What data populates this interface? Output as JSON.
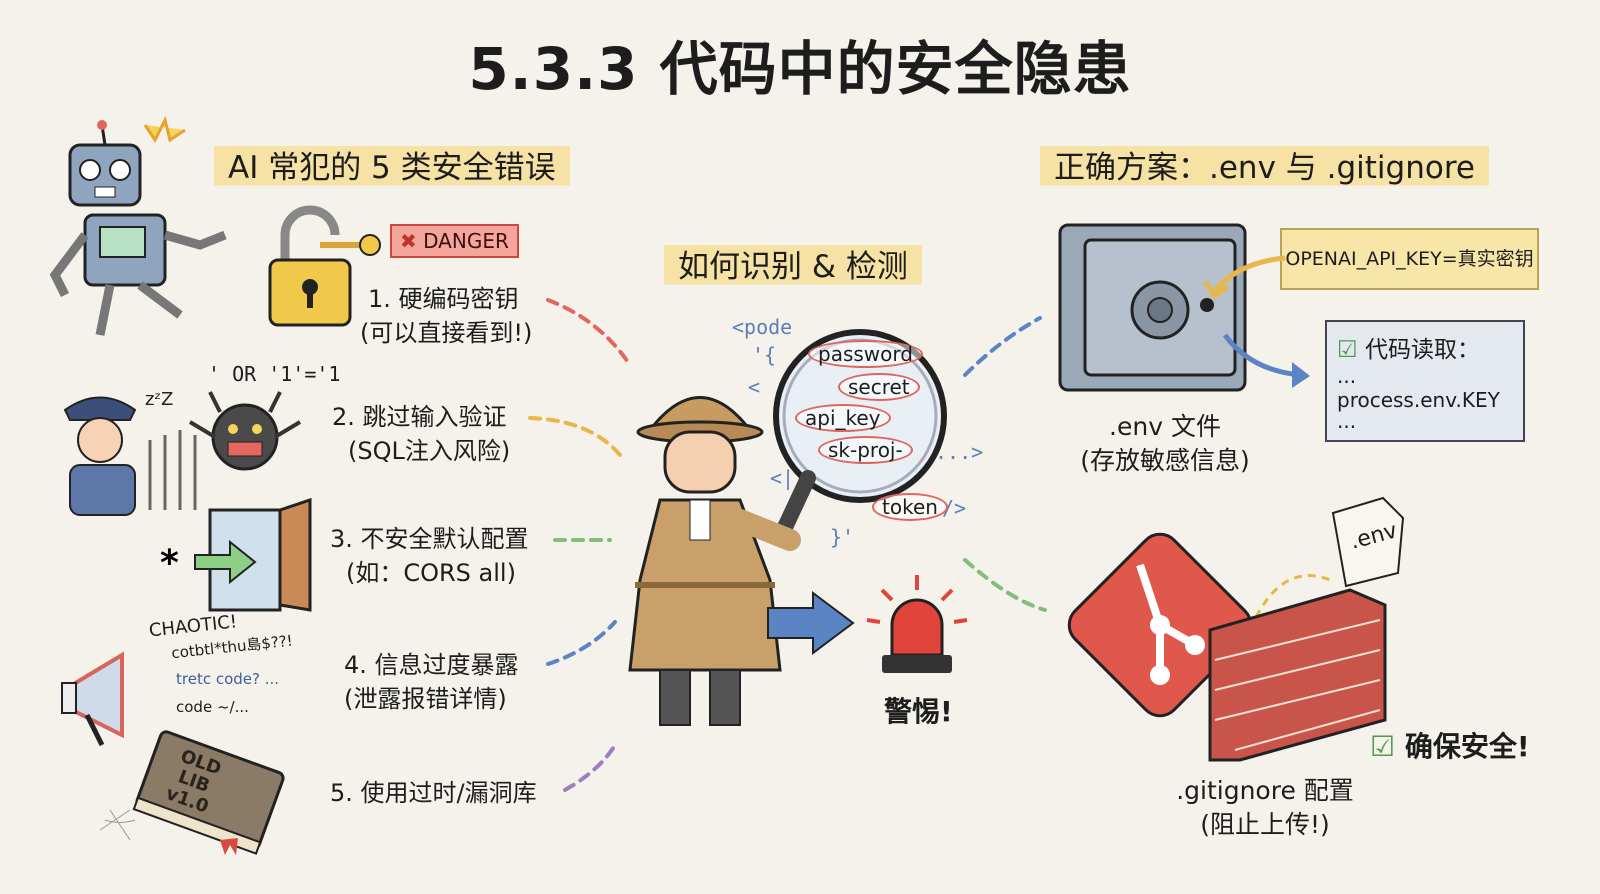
{
  "title": "5.3.3 代码中的安全隐患",
  "left_section": {
    "heading": "AI 常犯的 5 类安全错误",
    "danger_badge": "DANGER",
    "sql_snippet": "' OR '1'='1",
    "megaphone_text": [
      "CHAOTIC!",
      "cotbtl*thu島$??!",
      "tretc code? ...",
      "code ~/..."
    ],
    "book_label": [
      "OLD",
      "LIB",
      "v1.0"
    ],
    "items": [
      {
        "line1": "1. 硬编码密钥",
        "line2": "(可以直接看到!)",
        "arrow_color": "#e2675e"
      },
      {
        "line1": "2. 跳过输入验证",
        "line2": "(SQL注入风险)",
        "arrow_color": "#e8b64a"
      },
      {
        "line1": "3. 不安全默认配置",
        "line2": "(如：CORS all)",
        "arrow_color": "#7fbf7a"
      },
      {
        "line1": "4. 信息过度暴露",
        "line2": "(泄露报错详情)",
        "arrow_color": "#5b84c4"
      },
      {
        "line1": "5. 使用过时/漏洞库",
        "line2": "",
        "arrow_color": "#a07cc4"
      }
    ]
  },
  "middle_section": {
    "heading": "如何识别 & 检测",
    "code_fragments": [
      "<pode",
      "'{",
      "<",
      "<||>",
      "}'",
      "...>",
      "/>"
    ],
    "keywords": [
      "password",
      "secret",
      "api_key",
      "sk-proj-",
      "token"
    ],
    "alert_label": "警惕!"
  },
  "right_section": {
    "heading": "正确方案：.env 与 .gitignore",
    "env_value": "OPENAI_API_KEY=真实密钥",
    "code_read_title": "代码读取：",
    "code_read_lines": [
      "...",
      "process.env.KEY",
      "..."
    ],
    "safe_caption": [
      ".env 文件",
      "(存放敏感信息)"
    ],
    "file_label": ".env",
    "gitignore_caption": [
      ".gitignore 配置",
      "(阻止上传!)"
    ],
    "secure_label": "确保安全!"
  },
  "colors": {
    "background": "#f4f2ea",
    "highlight": "#f5e2a4",
    "danger": "#e2675e",
    "accent_blue": "#5b84c4",
    "check_green": "#4f9a4a"
  }
}
